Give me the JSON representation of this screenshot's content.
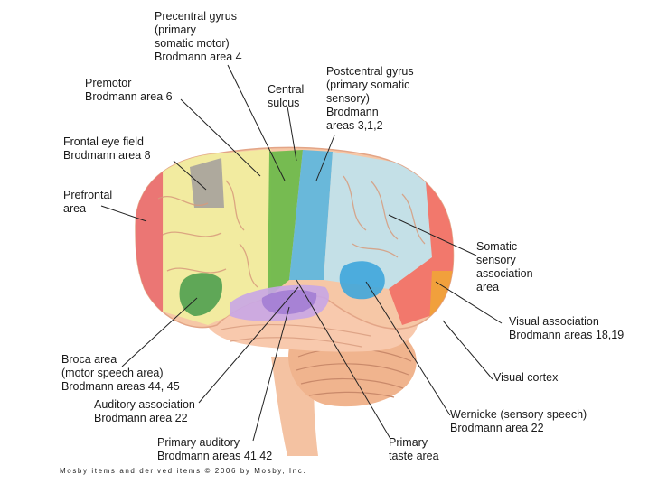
{
  "figure": {
    "labels": {
      "precentral": "Precentral gyrus\n(primary\nsomatic motor)\nBrodmann area 4",
      "premotor": "Premotor\nBrodmann area 6",
      "central_sulcus": "Central\nsulcus",
      "postcentral": "Postcentral gyrus\n(primary somatic\nsensory)\nBrodmann\nareas 3,1,2",
      "frontal_eye": "Frontal eye field\nBrodmann area 8",
      "prefrontal": "Prefrontal\narea",
      "somatic_assoc": "Somatic\nsensory\nassociation\narea",
      "visual_assoc": "Visual association\nBrodmann areas 18,19",
      "visual_cortex": "Visual cortex",
      "broca": "Broca area\n(motor speech area)\nBrodmann areas 44, 45",
      "auditory_assoc": "Auditory association\nBrodmann area 22",
      "wernicke": "Wernicke (sensory speech)\nBrodmann area 22",
      "primary_auditory": "Primary auditory\nBrodmann areas 41,42",
      "taste": "Primary\ntaste area"
    },
    "credit": "Mosby items and derived items © 2006 by Mosby, Inc.",
    "colors": {
      "brain_base": "#f6c7a6",
      "prefrontal": "#ea6d6f",
      "premotor": "#f2eea0",
      "frontal_eye": "#a6a29c",
      "motor": "#6fbb4c",
      "central": "#5ab6e0",
      "somatic_assoc": "#bfe2ee",
      "visual_assoc": "#f26f66",
      "visual_cortex": "#f0a23a",
      "broca": "#4fa04f",
      "auditory_assoc": "#c8a6e6",
      "primary_auditory": "#a47fd4",
      "wernicke": "#3fa6dc",
      "temporal": "#f8c9ad",
      "cerebellum": "#f0b48e",
      "stem": "#f4c2a2",
      "leader": "#222222"
    }
  }
}
